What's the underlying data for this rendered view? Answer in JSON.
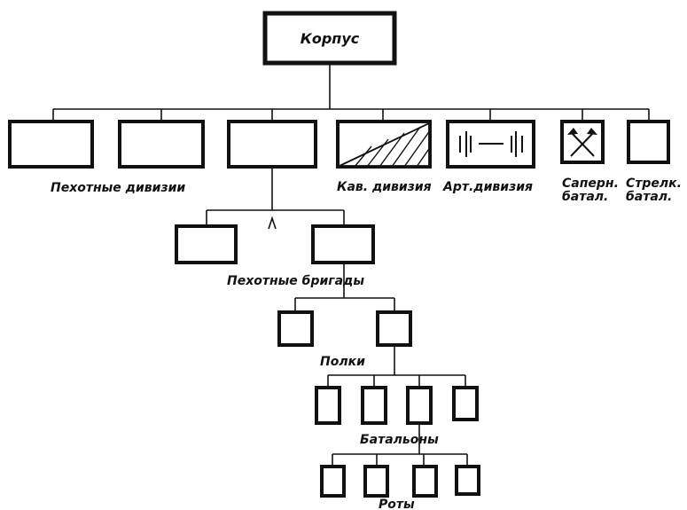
{
  "root": {
    "label": "Корпус"
  },
  "corps_units": {
    "infantry_divisions_label": "Пехотные дивизии",
    "cavalry_division_label": "Кав. дивизия",
    "artillery_division_label": "Арт.дивизия",
    "sapper_battalion_label_line1": "Саперн.",
    "sapper_battalion_label_line2": "батал.",
    "rifle_battalion_label_line1": "Стрелк.",
    "rifle_battalion_label_line2": "батал."
  },
  "levels": {
    "brigades_label": "Пехотные бригады",
    "regiments_label": "Полки",
    "battalions_label": "Батальоны",
    "companies_label": "Роты"
  },
  "colors": {
    "ink": "#111111",
    "paper": "#ffffff"
  }
}
